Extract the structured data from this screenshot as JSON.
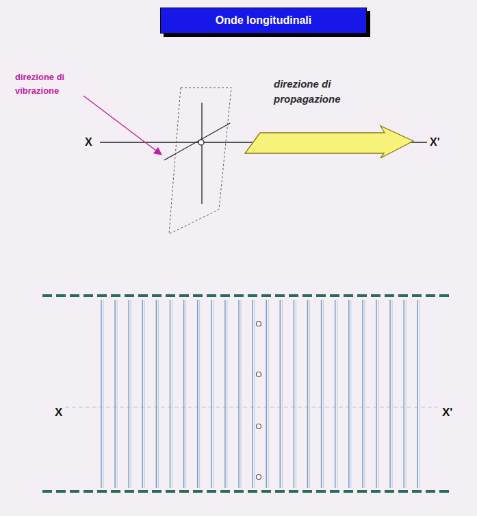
{
  "diagram": {
    "title": "Onde longitudinali",
    "labels": [
      "direzione di vibrazione",
      "direzione di propagazione",
      "X",
      "X'",
      "X",
      "X'"
    ]
  }
}
